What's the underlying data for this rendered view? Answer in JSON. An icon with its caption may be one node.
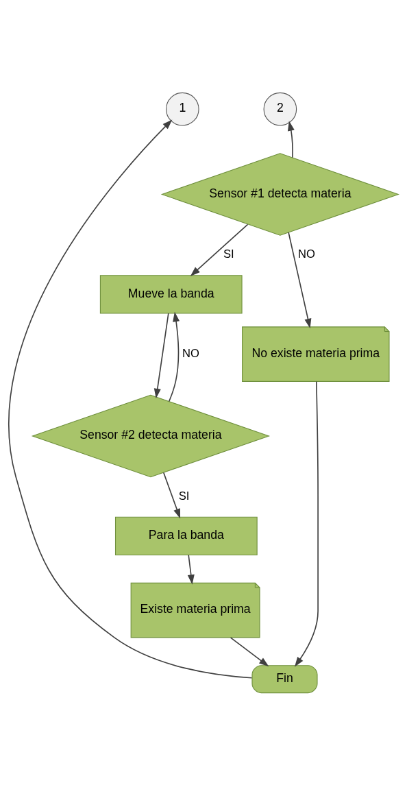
{
  "diagram": {
    "nodes": [
      {
        "text": [
          "1"
        ]
      },
      {
        "text": [
          "2"
        ]
      },
      {
        "text": [
          "Sensor #1 detecta materia"
        ]
      },
      {
        "text": [
          "Mueve la banda"
        ]
      },
      {
        "text": [
          "Sensor #2 detecta materia"
        ]
      },
      {
        "text": [
          "Para la banda"
        ]
      },
      {
        "text": [
          "No existe materia prima"
        ]
      },
      {
        "text": [
          "Existe materia prima"
        ]
      },
      {
        "text": [
          "Fin"
        ]
      }
    ],
    "edges": [
      {
        "from": 2,
        "to": 1,
        "arrow": "to"
      },
      {
        "from": 2,
        "to": 6,
        "arrow": "to",
        "label": "NO"
      },
      {
        "from": 2,
        "to": 3,
        "arrow": "to",
        "label": "SI"
      },
      {
        "from": 3,
        "to": 4,
        "arrow": "to"
      },
      {
        "from": 4,
        "to": 3,
        "arrow": "to",
        "label": "NO"
      },
      {
        "from": 4,
        "to": 5,
        "arrow": "to",
        "label": "SI"
      },
      {
        "from": 5,
        "to": 7,
        "arrow": "to"
      },
      {
        "from": 6,
        "to": 8,
        "arrow": "to"
      },
      {
        "from": 7,
        "to": 8,
        "arrow": "to"
      },
      {
        "from": 8,
        "to": 0,
        "arrow": "to"
      }
    ]
  }
}
